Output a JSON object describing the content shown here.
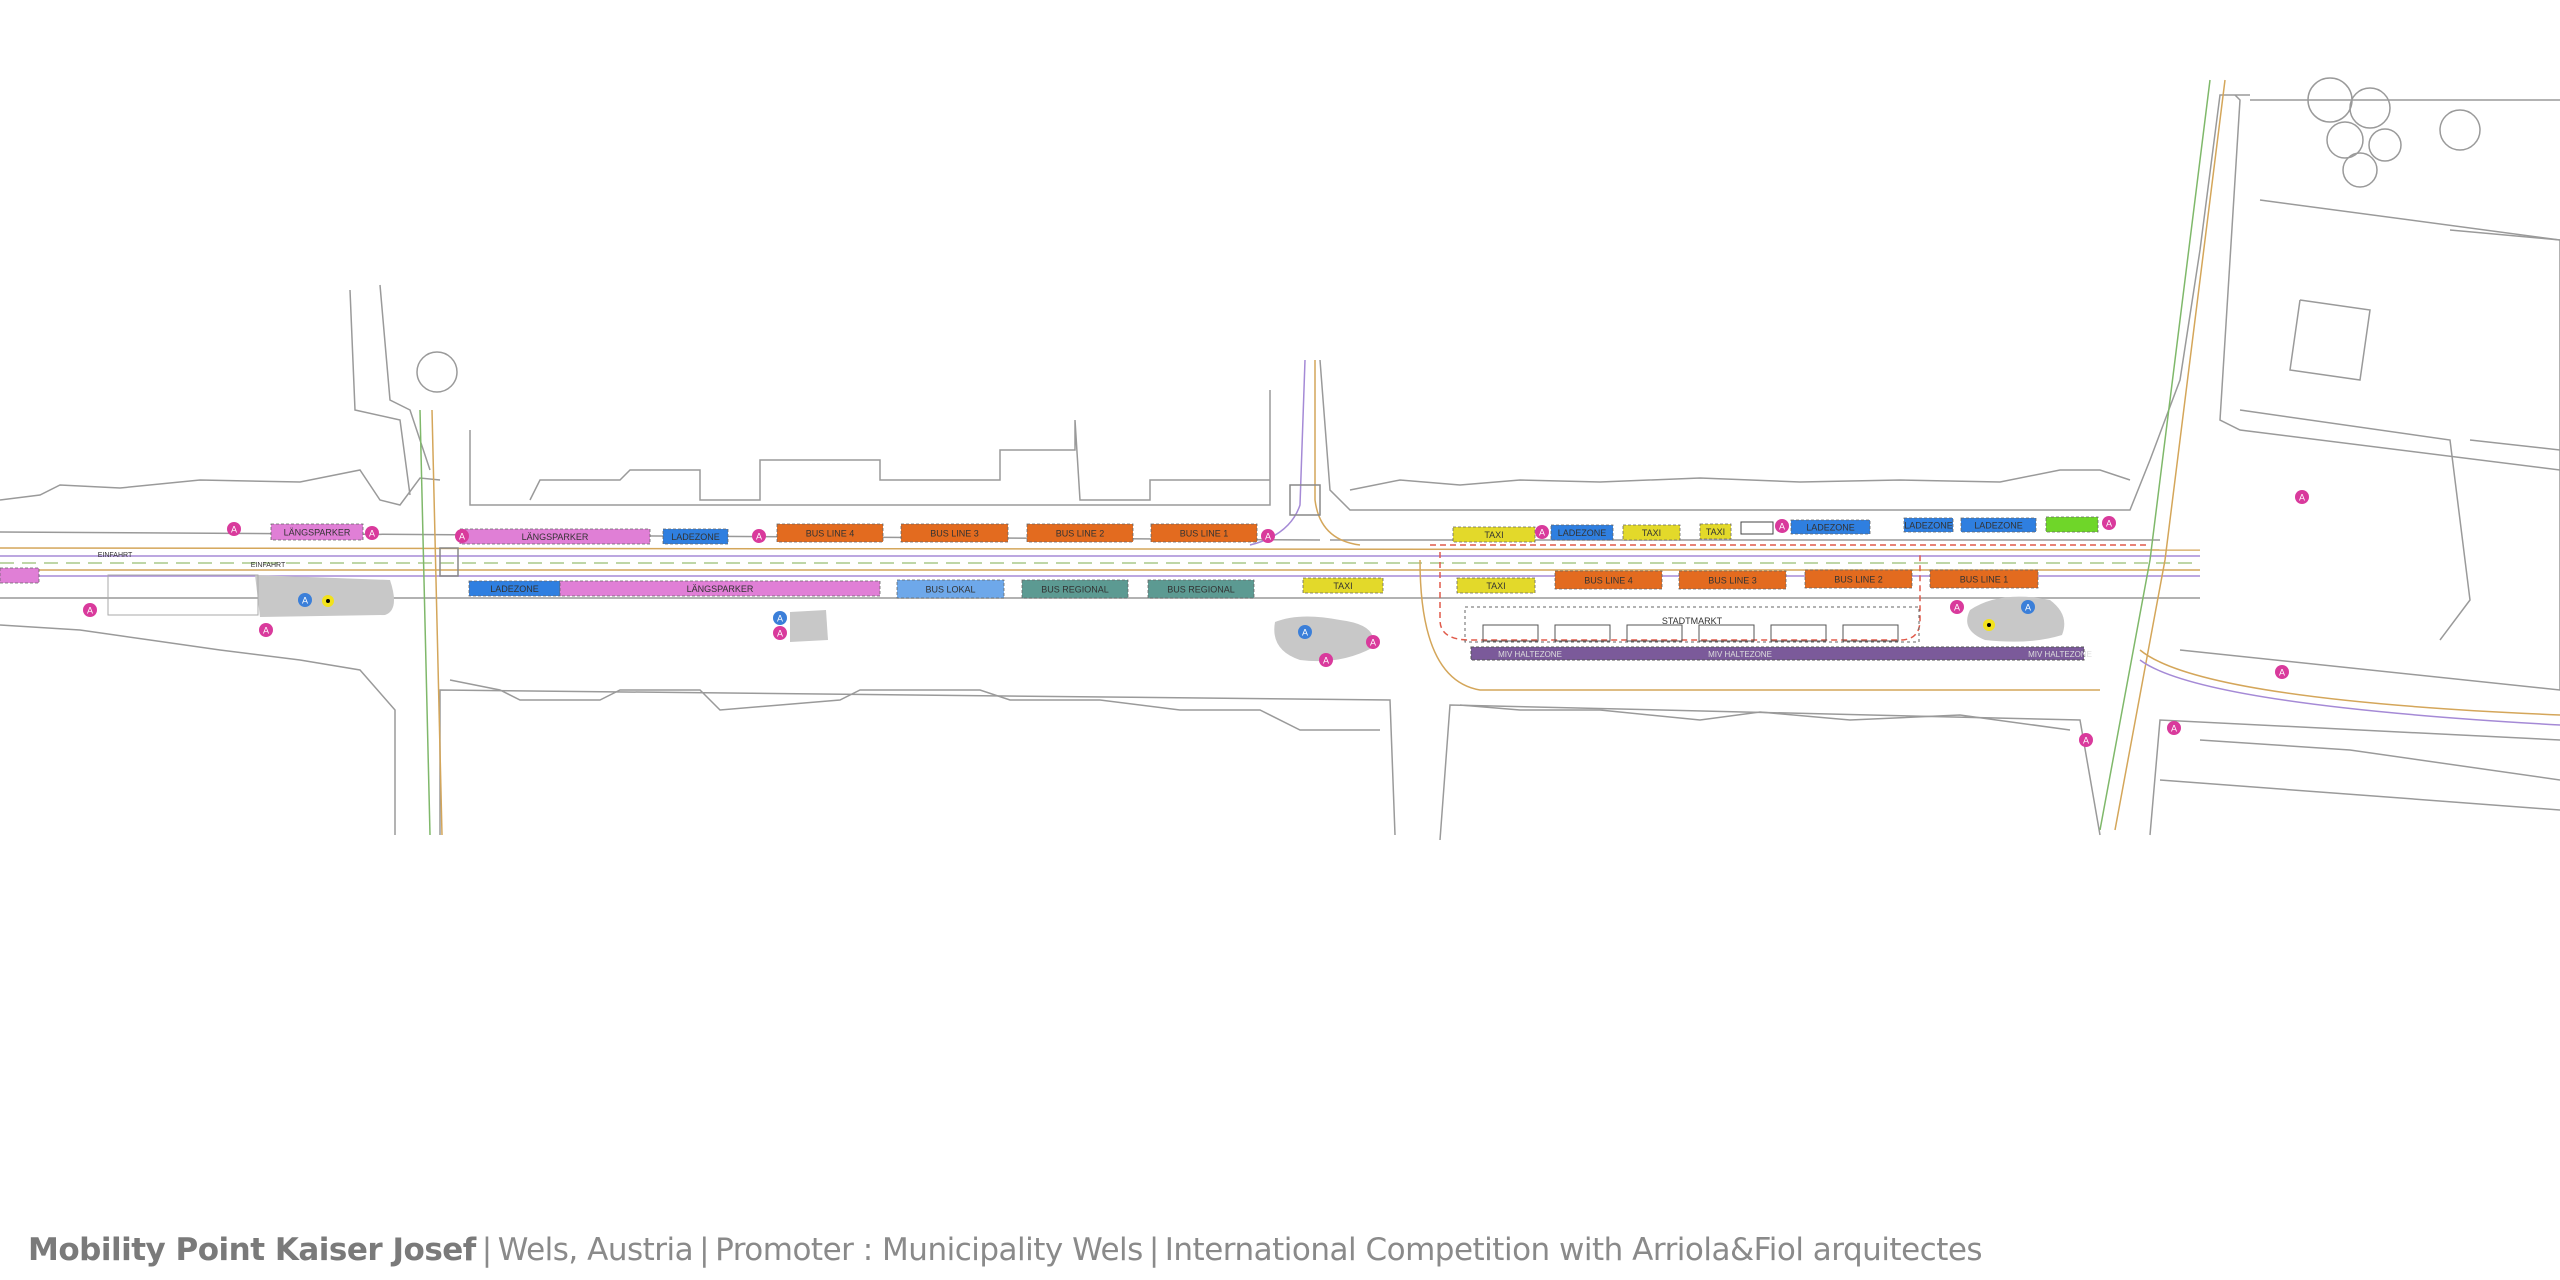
{
  "colors": {
    "parking": "#e07fd6",
    "loading": "#2f7fe0",
    "bus_line": "#e36b1f",
    "bus_lokal": "#6ea8ea",
    "bus_regional": "#5c9a92",
    "taxi": "#e3d92a",
    "miv": "#7b5a9a",
    "ecar": "#6fd629",
    "marker_magenta": "#d93a9c",
    "marker_blue": "#3b7fd9",
    "island": "#c8c8c8"
  },
  "road_labels": [
    "EINFAHRT",
    "EINFAHRT"
  ],
  "zones": [
    {
      "label": "LÄNGSPARKER",
      "type": "parking"
    },
    {
      "label": "LÄNGSPARKER",
      "type": "parking"
    },
    {
      "label": "LADEZONE",
      "type": "loading"
    },
    {
      "label": "BUS LINE 4",
      "type": "bus_line"
    },
    {
      "label": "BUS LINE 3",
      "type": "bus_line"
    },
    {
      "label": "BUS LINE 2",
      "type": "bus_line"
    },
    {
      "label": "BUS LINE 1",
      "type": "bus_line"
    },
    {
      "label": "TAXI",
      "type": "taxi"
    },
    {
      "label": "LADEZONE",
      "type": "loading"
    },
    {
      "label": "TAXI",
      "type": "taxi"
    },
    {
      "label": "TAXI",
      "type": "taxi"
    },
    {
      "label": "LADEZONE",
      "type": "loading"
    },
    {
      "label": "LADEZONE",
      "type": "loading"
    },
    {
      "label": "LADEZONE",
      "type": "loading"
    },
    {
      "label": "",
      "type": "ecar"
    },
    {
      "label": "",
      "type": "parking"
    },
    {
      "label": "LADEZONE",
      "type": "loading"
    },
    {
      "label": "LÄNGSPARKER",
      "type": "parking"
    },
    {
      "label": "BUS LOKAL",
      "type": "bus_lokal"
    },
    {
      "label": "BUS REGIONAL",
      "type": "bus_regional"
    },
    {
      "label": "BUS REGIONAL",
      "type": "bus_regional"
    },
    {
      "label": "TAXI",
      "type": "taxi"
    },
    {
      "label": "TAXI",
      "type": "taxi"
    },
    {
      "label": "BUS LINE 4",
      "type": "bus_line"
    },
    {
      "label": "BUS LINE 3",
      "type": "bus_line"
    },
    {
      "label": "BUS LINE 2",
      "type": "bus_line"
    },
    {
      "label": "BUS LINE 1",
      "type": "bus_line"
    }
  ],
  "miv": {
    "labels": [
      "MIV HALTEZONE",
      "MIV HALTEZONE",
      "MIV HALTEZONE"
    ]
  },
  "market": {
    "label": "STADTMARKT"
  },
  "marker_letter": "A",
  "caption": {
    "project": "Mobility Point Kaiser Josef",
    "location": "Wels, Austria",
    "promoter": "Promoter : Municipality Wels",
    "competition": "International  Competition with Arriola&Fiol arquitectes",
    "separator": "|"
  }
}
